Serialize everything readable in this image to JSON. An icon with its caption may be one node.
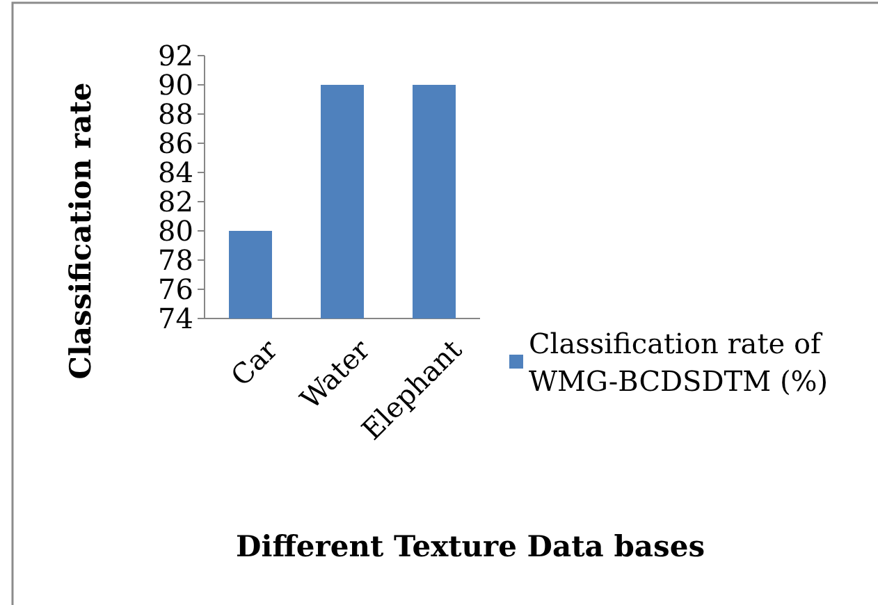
{
  "diagram": {
    "chart_data": {
      "type": "bar",
      "xlabel": "Different Texture Data bases",
      "ylabel": "Classification rate",
      "categories": [
        "Car",
        "Water",
        "Elephant"
      ],
      "series": [
        {
          "name": "Classification rate of WMG-BCDSDTM (%)",
          "color": "#4f81bd",
          "values": [
            80,
            90,
            90
          ]
        }
      ],
      "ylim": [
        74,
        92
      ],
      "yticks": [
        74,
        76,
        78,
        80,
        82,
        84,
        86,
        88,
        90,
        92
      ]
    }
  }
}
